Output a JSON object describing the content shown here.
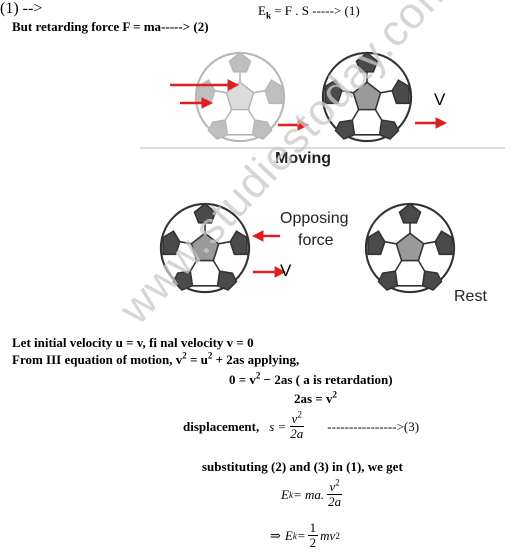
{
  "lines": {
    "ek_fs": "Ek = F . S -----> (1)",
    "ek_fs_parts": {
      "E": "E",
      "k": "k",
      "rest": " = F . S -----> (1)"
    },
    "retarding": "But retarding force F = ma-----> (2)",
    "initial_velocity": "Let initial velocity u = v, fi nal velocity v = 0",
    "third_eq": {
      "prefix": "From III equation of motion, v",
      "sup1": "2",
      "mid": " = u",
      "sup2": "2",
      "suffix": " + 2as applying,"
    },
    "zero_eq": {
      "prefix": "0 = v",
      "sup": "2",
      "suffix": " − 2as ( a is retardation)"
    },
    "two_as": {
      "prefix": "2as = v",
      "sup": "2"
    },
    "displacement": {
      "label": "displacement,",
      "s": "s =",
      "num": "v",
      "num_sup": "2",
      "den": "2a",
      "arrow": "---------------->(3)"
    },
    "substituting": "substituting (2) and (3) in (1), we get",
    "ek_ma": {
      "E": "E",
      "k": "k",
      "eq": " = ma.",
      "num": "v",
      "num_sup": "2",
      "den": "2a"
    },
    "ek_half": {
      "arrow": "⇒",
      "E": "E",
      "k": "k",
      "eq": " =",
      "num": "1",
      "den": "2",
      "tail": "mv",
      "tail_sup": "2"
    }
  },
  "figure": {
    "moving_label": "Moving",
    "opposing_label_1": "Opposing",
    "opposing_label_2": "force",
    "rest_label": "Rest",
    "v_label_top": "V",
    "v_label_bottom": "V",
    "arrow_color": "#e02020",
    "ball_dark": "#4a4a4a",
    "ball_gray": "#9a9a9a"
  },
  "watermark": "www.studiestoday.com"
}
